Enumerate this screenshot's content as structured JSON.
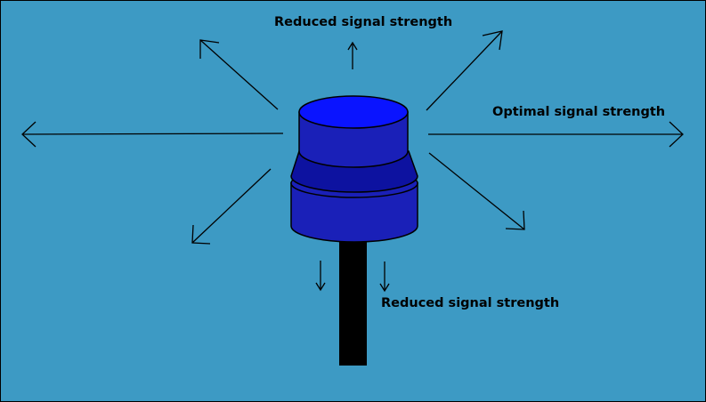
{
  "labels": {
    "top": "Reduced signal strength",
    "right": "Optimal signal strength",
    "bottom": "Reduced signal strength"
  },
  "colors": {
    "background": "#3d9ac4",
    "antenna_top": "#0a14ff",
    "antenna_body": "#1a20b8",
    "antenna_mid": "#0d12a0",
    "pole": "#000000",
    "arrows": "#000000"
  }
}
